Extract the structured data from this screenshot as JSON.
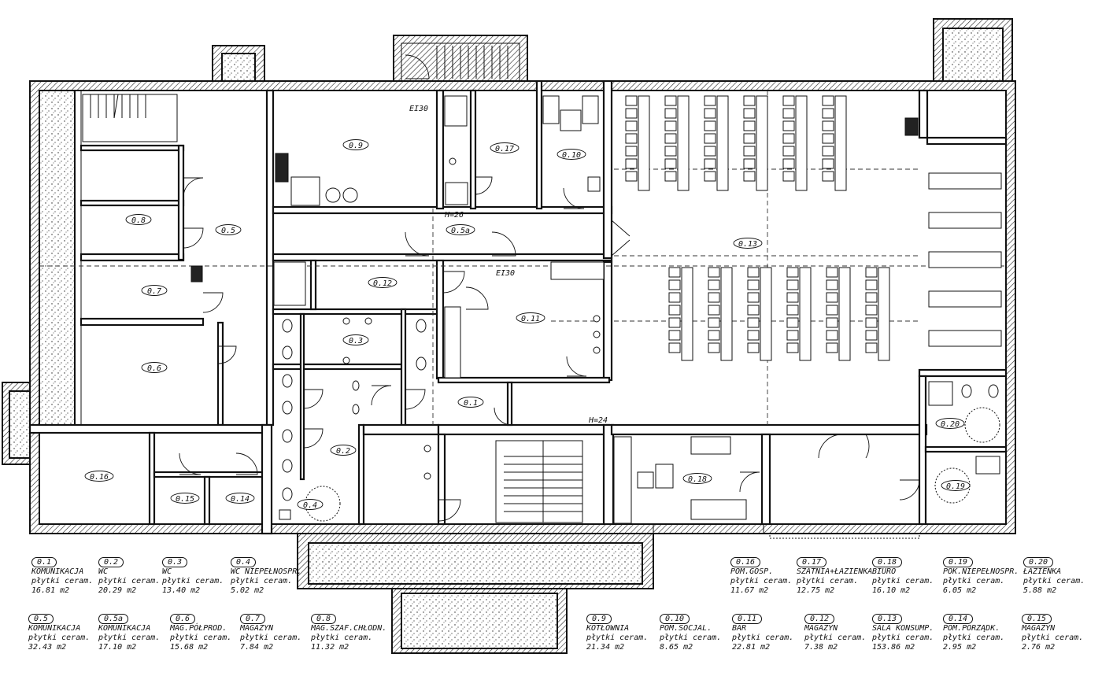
{
  "rooms": [
    {
      "num": "0.1",
      "name": "KOMUNIKACJA",
      "finish": "płytki ceram.",
      "area": "16.81 m2"
    },
    {
      "num": "0.2",
      "name": "WC",
      "finish": "płytki ceram.",
      "area": "20.29 m2"
    },
    {
      "num": "0.3",
      "name": "WC",
      "finish": "płytki ceram.",
      "area": "13.40 m2"
    },
    {
      "num": "0.4",
      "name": "WC NIEPEŁNOSPR.",
      "finish": "płytki ceram.",
      "area": "5.02 m2"
    },
    {
      "num": "0.16",
      "name": "POM.GOSP.",
      "finish": "płytki ceram.",
      "area": "11.67 m2"
    },
    {
      "num": "0.17",
      "name": "SZATNIA+ŁAZIENKA",
      "finish": "płytki ceram.",
      "area": "12.75 m2"
    },
    {
      "num": "0.18",
      "name": "BIURO",
      "finish": "płytki ceram.",
      "area": "16.10 m2"
    },
    {
      "num": "0.19",
      "name": "POK.NIEPEŁNOSPR.",
      "finish": "płytki ceram.",
      "area": "6.05 m2"
    },
    {
      "num": "0.20",
      "name": "ŁAZIENKA",
      "finish": "płytki ceram.",
      "area": "5.88 m2"
    },
    {
      "num": "0.5",
      "name": "KOMUNIKACJA",
      "finish": "płytki ceram.",
      "area": "32.43 m2"
    },
    {
      "num": "0.5a",
      "name": "KOMUNIKACJA",
      "finish": "płytki ceram.",
      "area": "17.10 m2"
    },
    {
      "num": "0.6",
      "name": "MAG.PÓŁPROD.",
      "finish": "płytki ceram.",
      "area": "15.68 m2"
    },
    {
      "num": "0.7",
      "name": "MAGAZYN",
      "finish": "płytki ceram.",
      "area": "7.84 m2"
    },
    {
      "num": "0.8",
      "name": "MAG.SZAF.CHŁODN.",
      "finish": "płytki ceram.",
      "area": "11.32 m2"
    },
    {
      "num": "0.9",
      "name": "KOTŁOWNIA",
      "finish": "płytki ceram.",
      "area": "21.34 m2"
    },
    {
      "num": "0.10",
      "name": "POM.SOCJAL.",
      "finish": "płytki ceram.",
      "area": "8.65 m2"
    },
    {
      "num": "0.11",
      "name": "BAR",
      "finish": "płytki ceram.",
      "area": "22.81 m2"
    },
    {
      "num": "0.12",
      "name": "MAGAZYN",
      "finish": "płytki ceram.",
      "area": "7.38 m2"
    },
    {
      "num": "0.13",
      "name": "SALA KONSUMP.",
      "finish": "płytki ceram.",
      "area": "153.86 m2"
    },
    {
      "num": "0.14",
      "name": "POM.PORZĄDK.",
      "finish": "płytki ceram.",
      "area": "2.95 m2"
    },
    {
      "num": "0.15",
      "name": "MAGAZYN",
      "finish": "płytki ceram.",
      "area": "2.76 m2"
    }
  ],
  "plan_labels": {
    "r01": "0.1",
    "r02": "0.2",
    "r03": "0.3",
    "r04": "0.4",
    "r05": "0.5",
    "r05a": "0.5a",
    "r06": "0.6",
    "r07": "0.7",
    "r08": "0.8",
    "r09": "0.9",
    "r010": "0.10",
    "r011": "0.11",
    "r012": "0.12",
    "r013": "0.13",
    "r014": "0.14",
    "r015": "0.15",
    "r016": "0.16",
    "r017": "0.17",
    "r018": "0.18",
    "r019": "0.19",
    "r020": "0.20"
  },
  "door_marks": {
    "ei30": "EI30",
    "h26": "H=26",
    "h24": "H=24"
  }
}
